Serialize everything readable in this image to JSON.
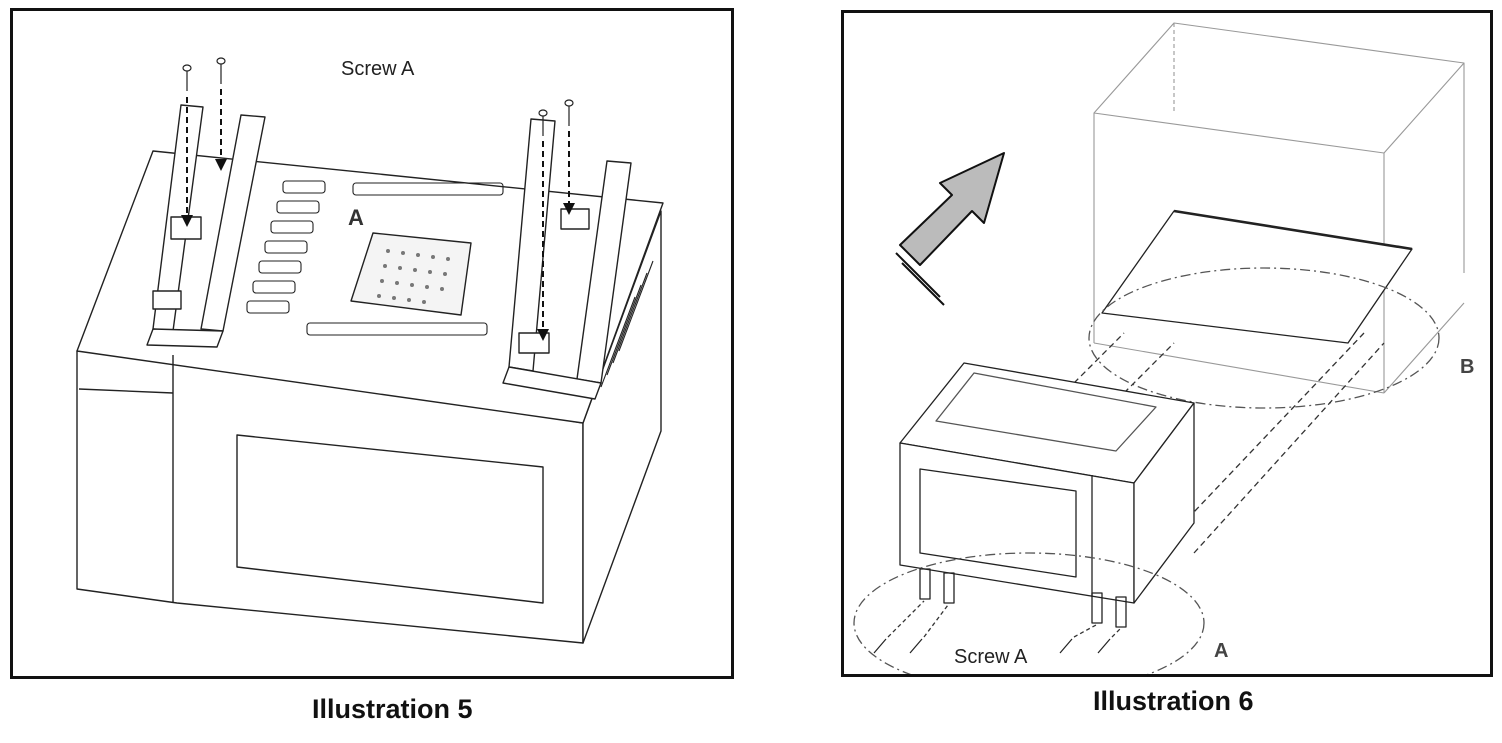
{
  "illustration5": {
    "caption": "Illustration 5",
    "screw_label": "Screw A",
    "part_marker": "A"
  },
  "illustration6": {
    "caption": "Illustration 6",
    "screw_label": "Screw A",
    "callout_a": "A",
    "callout_b": "B"
  }
}
